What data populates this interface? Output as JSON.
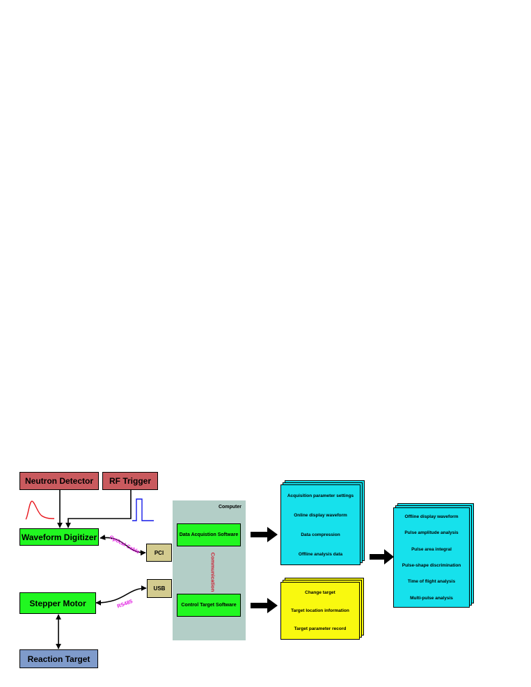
{
  "boxes": {
    "neutron_detector": "Neutron Detector",
    "rf_trigger": "RF Trigger",
    "waveform_digitizer": "Waveform Digitizer",
    "stepper_motor": "Stepper Motor",
    "reaction_target": "Reaction Target",
    "pci": "PCI",
    "usb": "USB"
  },
  "computer": {
    "title": "Computer",
    "data_acquisition": "Data Acquistion Software",
    "control_target": "Control Target Software",
    "communication": "Communication"
  },
  "links": {
    "optical_cable": "Optical Cable",
    "rs485": "RS485"
  },
  "acquisition_panel": [
    "Acquisition parameter settings",
    "Online display waveform",
    "Data compression",
    "Offline analysis data"
  ],
  "target_panel": [
    "Change target",
    "Target location information",
    "Target parameter record"
  ],
  "analysis_panel": [
    "Offline display waveform",
    "Pulse amplitude analysis",
    "Pulse area integral",
    "Pulse-shape discrimination",
    "Time of flight analysis",
    "Multi-pulse analysis"
  ],
  "colors": {
    "detector_red": "#c95a5e",
    "software_green": "#21f721",
    "interface_tan": "#d3cb8f",
    "computer_gray": "#b3cec7",
    "panel_cyan": "#16e1ec",
    "panel_yellow": "#f9f90f",
    "target_blue": "#7f9bcb",
    "neutron_pulse": "#e8141b",
    "rf_pulse": "#1419e8",
    "cable_label": "#e11de1",
    "communication_label": "#cc1b2f"
  }
}
